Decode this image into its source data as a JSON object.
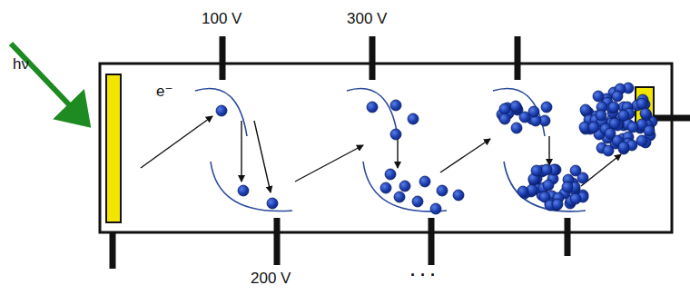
{
  "diagram": {
    "labels": [
      "100 V",
      "300 V",
      "hν",
      "e⁻",
      "200 V",
      "· · ·"
    ]
  }
}
